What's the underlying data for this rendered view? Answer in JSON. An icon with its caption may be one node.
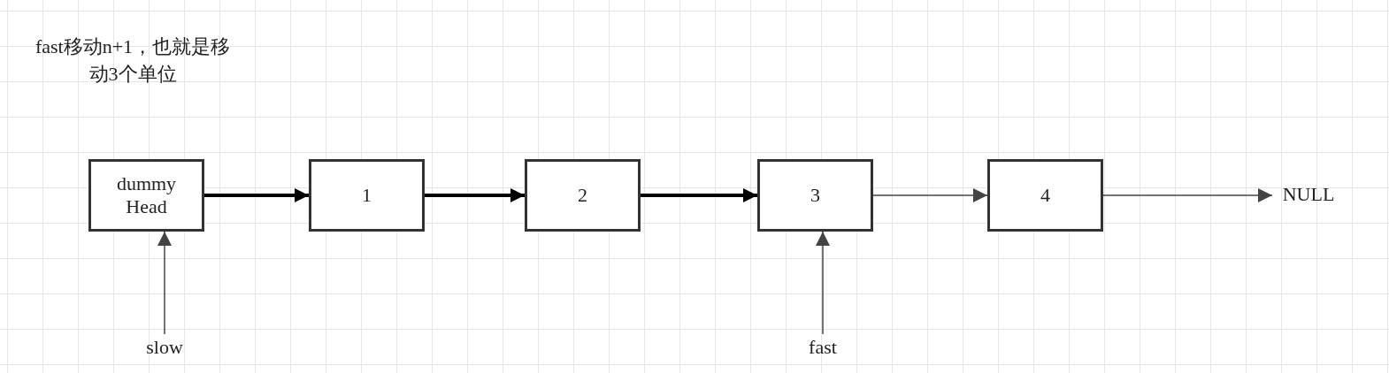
{
  "diagram": {
    "nodes": [
      {
        "text": [
          "dummy Head"
        ]
      },
      {
        "text": [
          "1"
        ]
      },
      {
        "text": [
          "2"
        ]
      },
      {
        "text": [
          "3"
        ]
      },
      {
        "text": [
          "4"
        ]
      },
      {
        "text": [
          "NULL"
        ]
      },
      {
        "text": [
          "slow"
        ]
      },
      {
        "text": [
          "fast"
        ]
      }
    ],
    "edges": [
      {
        "from": 0,
        "to": 1,
        "arrow": "to",
        "style": "thick"
      },
      {
        "from": 1,
        "to": 2,
        "arrow": "to",
        "style": "thick"
      },
      {
        "from": 2,
        "to": 3,
        "arrow": "to",
        "style": "thick"
      },
      {
        "from": 3,
        "to": 4,
        "arrow": "to"
      },
      {
        "from": 4,
        "to": 5,
        "arrow": "to"
      },
      {
        "from": 6,
        "to": 0,
        "arrow": "to"
      },
      {
        "from": 7,
        "to": 3,
        "arrow": "to"
      }
    ],
    "labels": [
      "fast移动n+1，也就是移动3个单位"
    ]
  }
}
